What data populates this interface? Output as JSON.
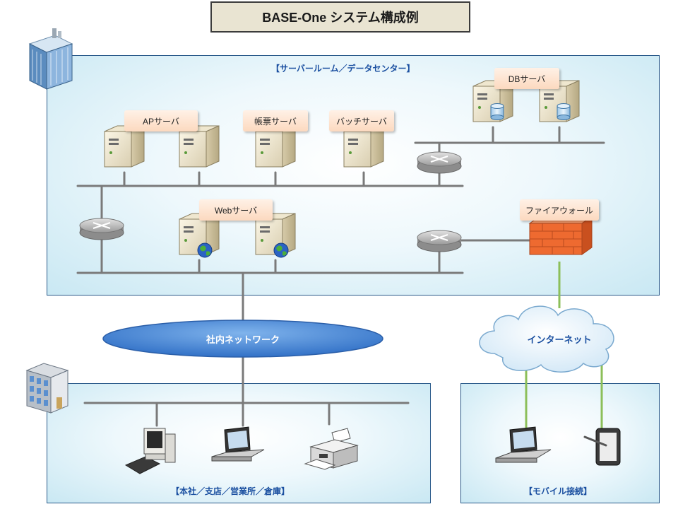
{
  "title": "BASE-One システム構成例",
  "zones": {
    "server_room": "【サーバールーム／データセンター】",
    "office": "【本社／支店／営業所／倉庫】",
    "mobile": "【モバイル接続】"
  },
  "nodes": {
    "ap_server": "APサーバ",
    "report_server": "帳票サーバ",
    "batch_server": "バッチサーバ",
    "db_server": "DBサーバ",
    "web_server": "Webサーバ",
    "firewall": "ファイアウォール",
    "intranet": "社内ネットワーク",
    "internet": "インターネット"
  },
  "colors": {
    "zone_border": "#2a5a8a",
    "zone_label": "#1a4fa0",
    "callout_fill": "#fcd9bf",
    "line": "#808080",
    "green_line": "#8cbf5a",
    "intranet_fill": "#3a7dd2",
    "firewall": "#e8602a"
  },
  "icons": [
    "office-building-icon",
    "server-icon",
    "database-icon",
    "globe-icon",
    "router-icon",
    "firewall-icon",
    "cloud-icon",
    "desktop-pc-icon",
    "laptop-icon",
    "printer-icon",
    "tablet-icon"
  ]
}
